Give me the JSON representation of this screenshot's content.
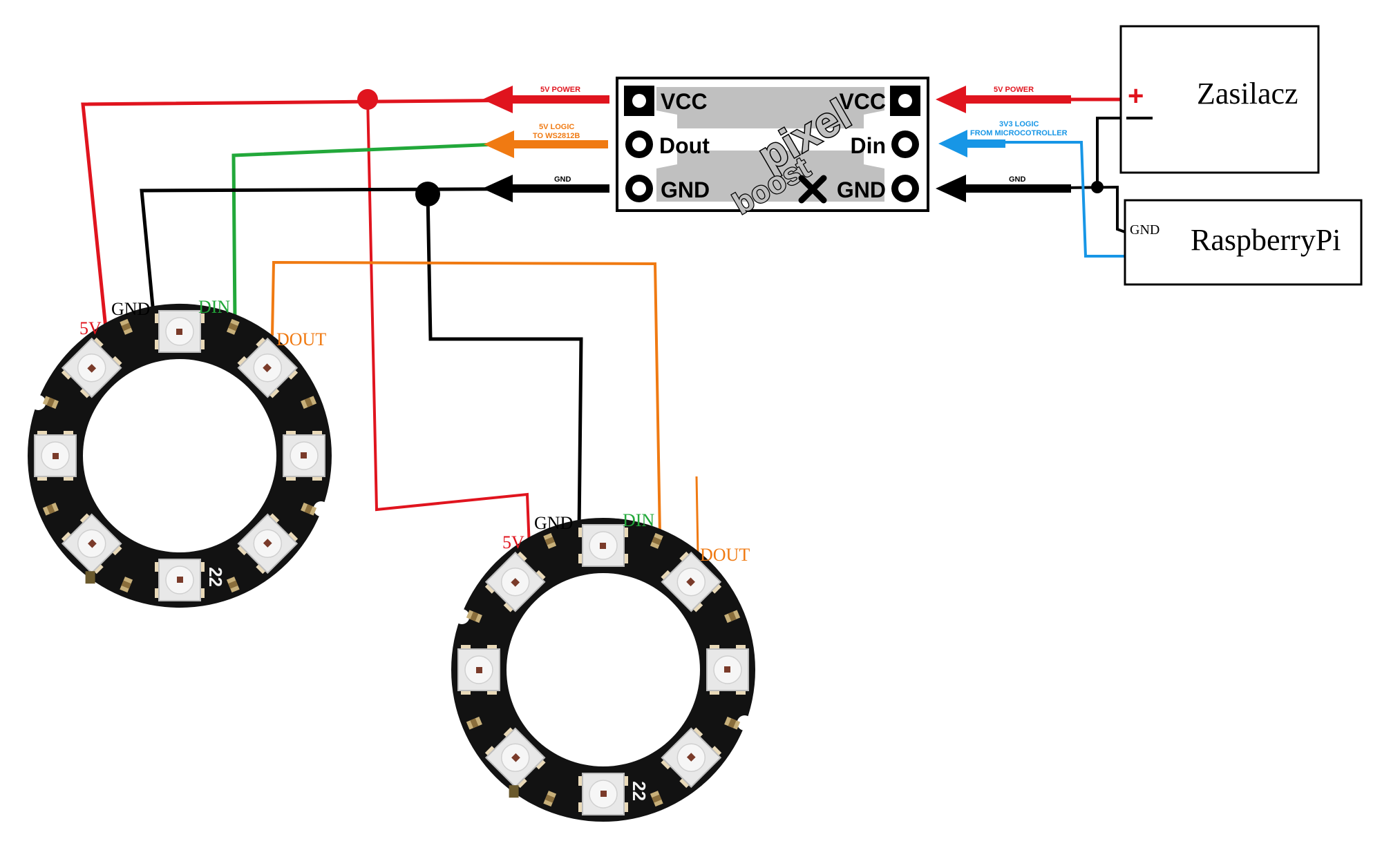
{
  "colors": {
    "power": "#e0141e",
    "logic": "#f07a12",
    "din_wire": "#22a83a",
    "ground": "#000000",
    "pi_logic": "#1796e6",
    "board_fill": "#c0c0c0",
    "ring": "#121212",
    "led": "#e8e8e8"
  },
  "booster": {
    "logo_top": "pixel",
    "logo_bottom": "boost",
    "left_pins": {
      "vcc": "VCC",
      "dout": "Dout",
      "gnd": "GND"
    },
    "right_pins": {
      "vcc": "VCC",
      "din": "Din",
      "gnd": "GND"
    }
  },
  "arrows_left": {
    "power": "5V POWER",
    "logic_line1": "5V LOGIC",
    "logic_line2": "TO WS2812B",
    "gnd": "GND"
  },
  "arrows_right": {
    "power": "5V POWER",
    "logic_line1": "3V3 LOGIC",
    "logic_line2": "FROM MICROCOTROLLER",
    "gnd": "GND"
  },
  "power_supply": {
    "label": "Zasilacz",
    "plus": "+",
    "minus": "−"
  },
  "raspberry_pi": {
    "label": "RaspberryPi",
    "gnd": "GND"
  },
  "ring1": {
    "v5": "5V",
    "gnd": "GND",
    "din": "DIN",
    "dout": "DOUT",
    "silk": "22"
  },
  "ring2": {
    "v5": "5V",
    "gnd": "GND",
    "din": "DIN",
    "dout": "DOUT",
    "silk": "22"
  }
}
